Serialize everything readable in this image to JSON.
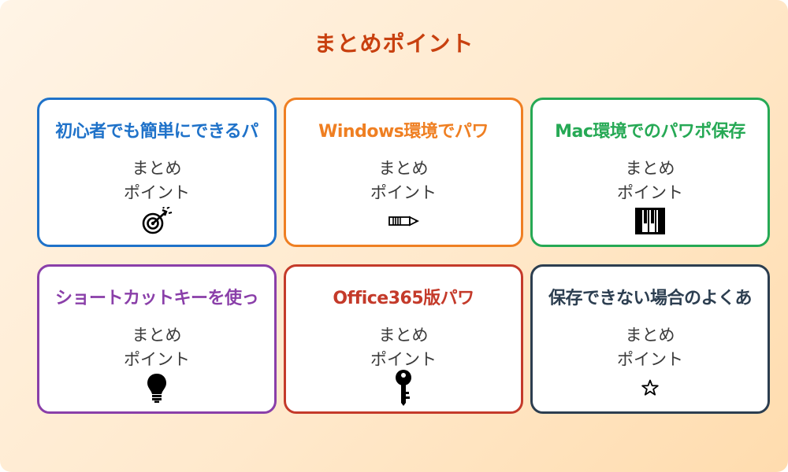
{
  "title": "まとめポイント",
  "colors": {
    "title": "#c8400f",
    "background_gradient": [
      "#fff4e6",
      "#ffdcae"
    ]
  },
  "cards": [
    {
      "title": "初心者でも簡単にできるパ",
      "sub_line1": "まとめ",
      "sub_line2": "ポイント",
      "icon": "target-icon",
      "color": "#1f72c9"
    },
    {
      "title": "Windows環境でパワ",
      "sub_line1": "まとめ",
      "sub_line2": "ポイント",
      "icon": "pencil-icon",
      "color": "#ef7f22"
    },
    {
      "title": "Mac環境でのパワポ保存",
      "sub_line1": "まとめ",
      "sub_line2": "ポイント",
      "icon": "piano-icon",
      "color": "#26a955"
    },
    {
      "title": "ショートカットキーを使っ",
      "sub_line1": "まとめ",
      "sub_line2": "ポイント",
      "icon": "lightbulb-icon",
      "color": "#8a3fa9"
    },
    {
      "title": "Office365版パワ",
      "sub_line1": "まとめ",
      "sub_line2": "ポイント",
      "icon": "key-icon",
      "color": "#c43a2a"
    },
    {
      "title": "保存できない場合のよくあ",
      "sub_line1": "まとめ",
      "sub_line2": "ポイント",
      "icon": "star-icon",
      "color": "#2c3e50"
    }
  ]
}
